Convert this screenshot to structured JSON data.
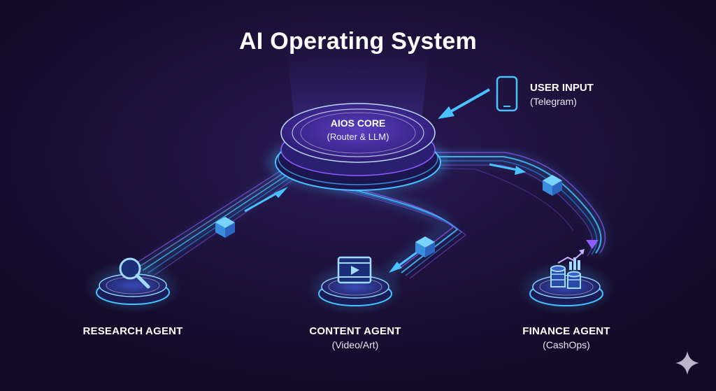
{
  "title": "AI Operating System",
  "core": {
    "name": "AIOS CORE",
    "sub": "(Router & LLM)"
  },
  "user_input": {
    "name": "USER INPUT",
    "sub": "(Telegram)",
    "icon": "smartphone-icon"
  },
  "agents": [
    {
      "name": "RESEARCH AGENT",
      "sub": "",
      "icon": "magnifier-icon"
    },
    {
      "name": "CONTENT AGENT",
      "sub": "(Video/Art)",
      "icon": "video-player-icon"
    },
    {
      "name": "FINANCE AGENT",
      "sub": "(CashOps)",
      "icon": "coins-chart-icon"
    }
  ],
  "colors": {
    "background": "#140c2a",
    "cyan": "#3fb8ff",
    "purple": "#8f5cff",
    "text": "#ffffff"
  },
  "watermark_icon": "sparkle-icon"
}
